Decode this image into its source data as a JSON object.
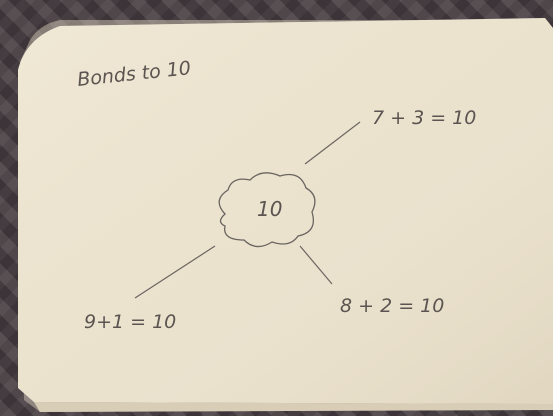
{
  "photo": {
    "title": "Bonds to 10",
    "center": "10",
    "bond_top_right": "7 + 3 = 10",
    "bond_bottom_right": "8 + 2 = 10",
    "bond_bottom_left": "9+1 = 10"
  }
}
